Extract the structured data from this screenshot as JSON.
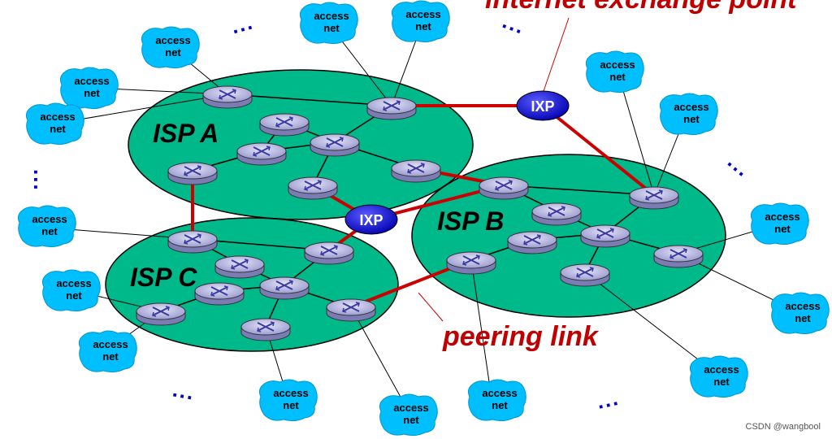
{
  "diagram": {
    "callouts": {
      "internet_exchange_point": "internet exchange point",
      "peering_link": "peering link"
    },
    "isps": {
      "a": "ISP A",
      "b": "ISP B",
      "c": "ISP C"
    },
    "ixp_label": "IXP",
    "access_net": {
      "line1": "access",
      "line2": "net"
    },
    "ellipsis": "...",
    "watermark": "CSDN @wangbool"
  },
  "colors": {
    "isp_fill": "#00b98a",
    "access_net_fill": "#00bfff",
    "ixp_fill": "#1a1aff",
    "peering_link": "#cc0000",
    "router_fill": "#a9a9d6"
  }
}
